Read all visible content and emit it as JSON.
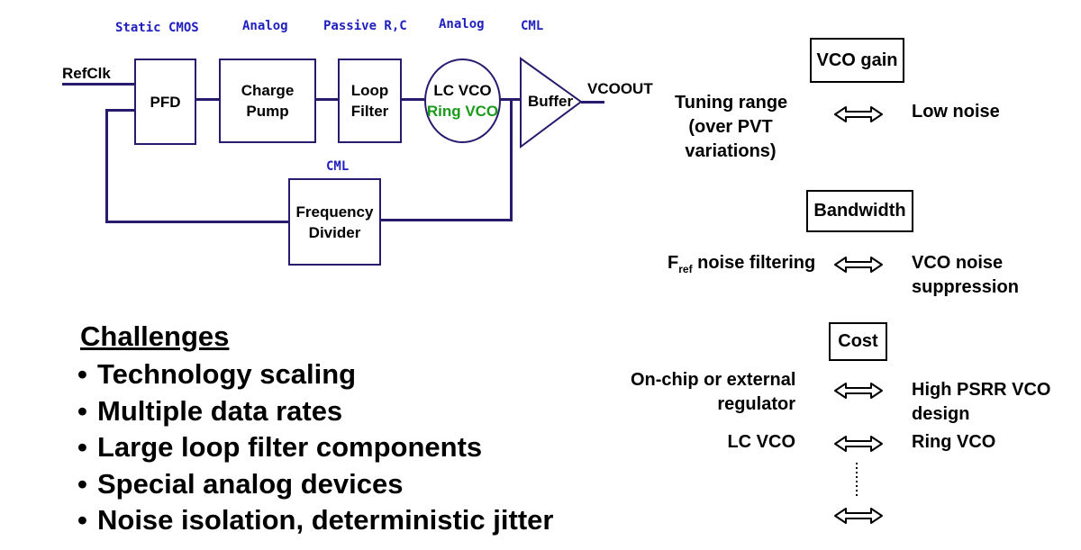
{
  "technology_labels": {
    "pfd": "Static CMOS",
    "charge_pump": "Analog",
    "loop_filter": "Passive R,C",
    "vco": "Analog",
    "buffer": "CML",
    "divider": "CML"
  },
  "blocks": {
    "refclk": "RefClk",
    "pfd": "PFD",
    "charge_pump_line1": "Charge",
    "charge_pump_line2": "Pump",
    "loop_filter_line1": "Loop",
    "loop_filter_line2": "Filter",
    "vco_lc": "LC VCO",
    "vco_ring": "Ring VCO",
    "buffer": "Buffer",
    "output": "VCOOUT",
    "divider_line1": "Frequency",
    "divider_line2": "Divider"
  },
  "colors": {
    "tech_label": "#1f1fbf",
    "wire": "#2a1a6e",
    "ring_vco": "#1a9a1a"
  },
  "challenges": {
    "title": "Challenges",
    "bullet": "•",
    "items": [
      "Technology scaling",
      "Multiple data rates",
      "Large loop filter components",
      "Special analog devices",
      "Noise isolation, deterministic jitter"
    ]
  },
  "tradeoffs": {
    "vco_gain": {
      "header": "VCO gain",
      "left_line1": "Tuning range",
      "left_line2": "(over PVT",
      "left_line3": "variations)",
      "right": "Low noise"
    },
    "bandwidth": {
      "header": "Bandwidth",
      "left_main": "F",
      "left_sub": "ref",
      "left_rest": " noise filtering",
      "right_line1": "VCO noise",
      "right_line2": "suppression"
    },
    "cost": {
      "header": "Cost",
      "row1_left_line1": "On-chip or external",
      "row1_left_line2": "regulator",
      "row1_right_line1": "High PSRR VCO",
      "row1_right_line2": "design",
      "row2_left": "LC VCO",
      "row2_right": "Ring VCO"
    },
    "arrow_icon": "double-arrow-icon",
    "ellipsis_icon": "vertical-dots-icon"
  }
}
